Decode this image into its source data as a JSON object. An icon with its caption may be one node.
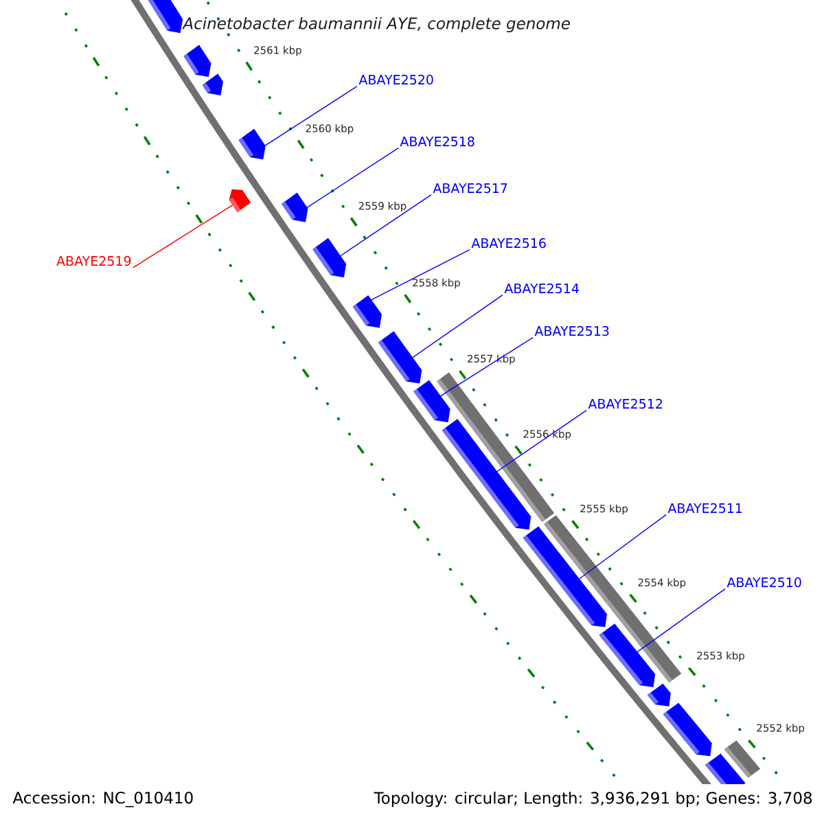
{
  "diagram": {
    "title": "Acinetobacter baumannii AYE, complete genome",
    "nodes": [
      {
        "text": [
          "ABAYE2520"
        ]
      },
      {
        "text": [
          "ABAYE2518"
        ]
      },
      {
        "text": [
          "ABAYE2517"
        ]
      },
      {
        "text": [
          "ABAYE2516"
        ]
      },
      {
        "text": [
          "ABAYE2519"
        ]
      },
      {
        "text": [
          "ABAYE2514"
        ]
      },
      {
        "text": [
          "ABAYE2513"
        ]
      },
      {
        "text": [
          "ABAYE2512"
        ]
      },
      {
        "text": [
          "ABAYE2511"
        ]
      },
      {
        "text": [
          "ABAYE2510"
        ]
      },
      {
        "text": [],
        "shape": "pentagon"
      },
      {
        "text": [],
        "shape": "pentagon"
      },
      {
        "text": [],
        "shape": "pentagon"
      },
      {
        "text": [],
        "shape": "pentagon"
      },
      {
        "text": [],
        "shape": "pentagon"
      },
      {
        "text": [],
        "shape": "pentagon"
      },
      {
        "text": [],
        "shape": "pentagon"
      },
      {
        "text": [],
        "shape": "pentagon"
      },
      {
        "text": [],
        "shape": "pentagon"
      },
      {
        "text": [],
        "shape": "pentagon"
      },
      {
        "text": [],
        "shape": "bar"
      },
      {
        "text": [],
        "shape": "pentagon"
      },
      {
        "text": [],
        "shape": "pentagon"
      },
      {
        "text": [],
        "shape": "bar"
      },
      {
        "text": [],
        "shape": "pentagon"
      },
      {
        "text": [],
        "shape": "pentagon"
      },
      {
        "text": [],
        "shape": "pentagon"
      },
      {
        "text": [],
        "shape": "bar"
      },
      {
        "text": [],
        "shape": "pentagon"
      }
    ],
    "edges": [
      {
        "from": 0,
        "to": 13,
        "arrow": "none"
      },
      {
        "from": 1,
        "to": 15,
        "arrow": "none"
      },
      {
        "from": 2,
        "to": 16,
        "arrow": "none"
      },
      {
        "from": 3,
        "to": 17,
        "arrow": "none"
      },
      {
        "from": 4,
        "to": 14,
        "arrow": "none",
        "color": "#ff0000"
      },
      {
        "from": 5,
        "to": 18,
        "arrow": "none"
      },
      {
        "from": 6,
        "to": 19,
        "arrow": "none"
      },
      {
        "from": 7,
        "to": 21,
        "arrow": "none"
      },
      {
        "from": 8,
        "to": 22,
        "arrow": "none"
      },
      {
        "from": 9,
        "to": 24,
        "arrow": "none"
      }
    ],
    "labels": [
      "2561 kbp",
      "2560 kbp",
      "2559 kbp",
      "2558 kbp",
      "2557 kbp",
      "2556 kbp",
      "2555 kbp",
      "2554 kbp",
      "2553 kbp",
      "2552 kbp",
      "Accession: NC_010410",
      "Topology: circular; Length: 3,936,291 bp; Genes: 3,708"
    ]
  }
}
